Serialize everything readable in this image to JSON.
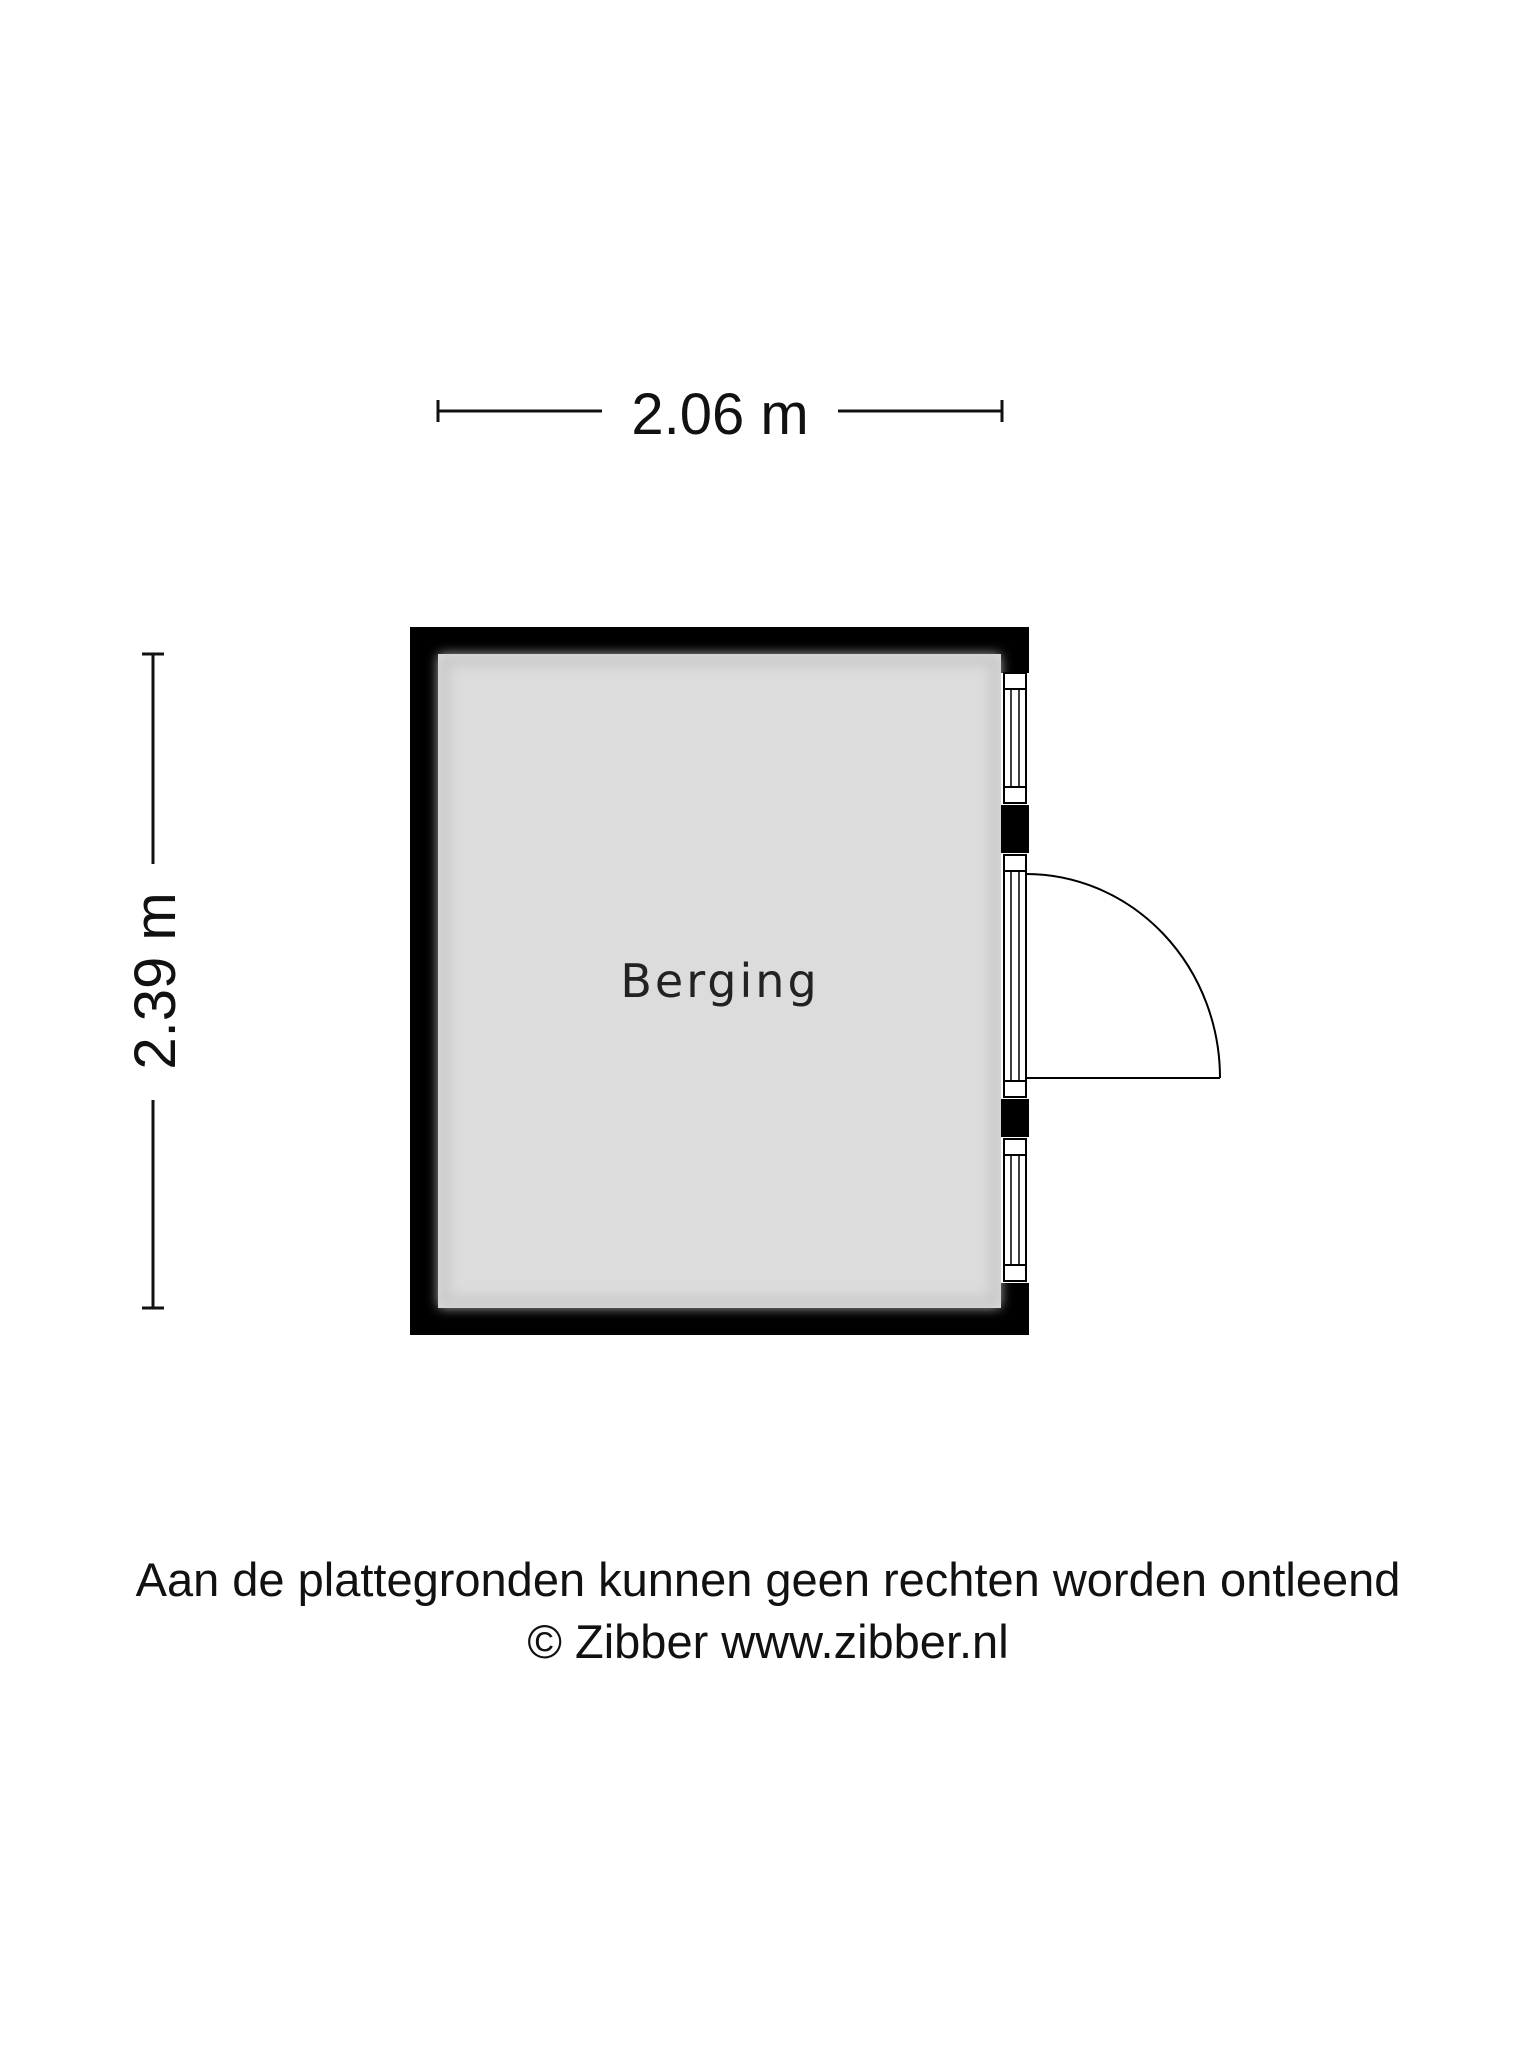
{
  "dimensions": {
    "width": "2.06 m",
    "height": "2.39 m"
  },
  "room": {
    "name": "Berging"
  },
  "footer": {
    "disclaimer": "Aan de plattegronden kunnen geen rechten worden ontleend",
    "copyright": "© Zibber www.zibber.nl"
  },
  "colors": {
    "wall": "#000000",
    "floor": "#dcdcdc",
    "line": "#111111"
  }
}
